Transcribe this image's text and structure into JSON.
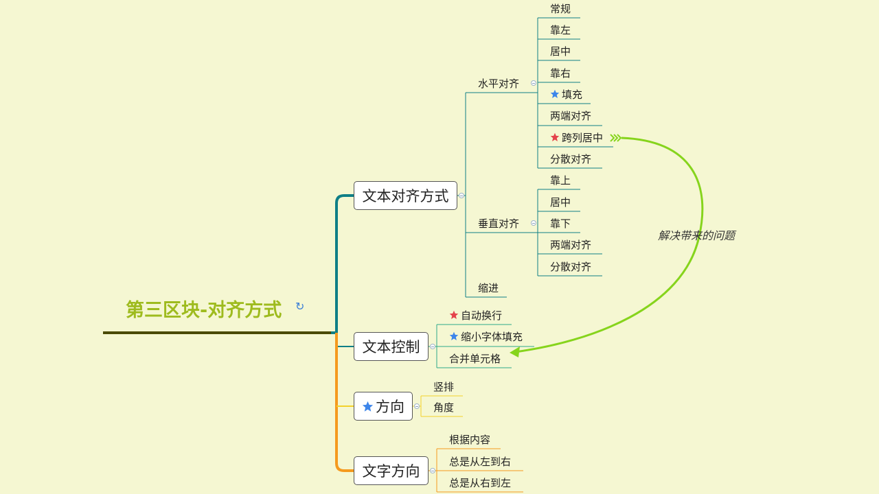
{
  "root": {
    "title": "第三区块-对齐方式"
  },
  "colors": {
    "teal": "#0f7f86",
    "orange": "#f59a1e",
    "yellow": "#f3d12a",
    "green": "#86d41c",
    "root_line": "#4a4a00",
    "title": "#9ebb1e"
  },
  "branches": {
    "text_align": {
      "label": "文本对齐方式",
      "horizontal": {
        "label": "水平对齐",
        "items": [
          "常规",
          "靠左",
          "居中",
          "靠右",
          "填充",
          "两端对齐",
          "跨列居中",
          "分散对齐"
        ]
      },
      "vertical": {
        "label": "垂直对齐",
        "items": [
          "靠上",
          "居中",
          "靠下",
          "两端对齐",
          "分散对齐"
        ]
      },
      "indent": {
        "label": "缩进"
      }
    },
    "text_control": {
      "label": "文本控制",
      "items": [
        "自动换行",
        "缩小字体填充",
        "合并单元格"
      ]
    },
    "direction": {
      "label": "方向",
      "items": [
        "竖排",
        "角度"
      ]
    },
    "text_direction": {
      "label": "文字方向",
      "items": [
        "根据内容",
        "总是从左到右",
        "总是从右到左"
      ]
    }
  },
  "relation": {
    "label": "解决带来的问题"
  }
}
